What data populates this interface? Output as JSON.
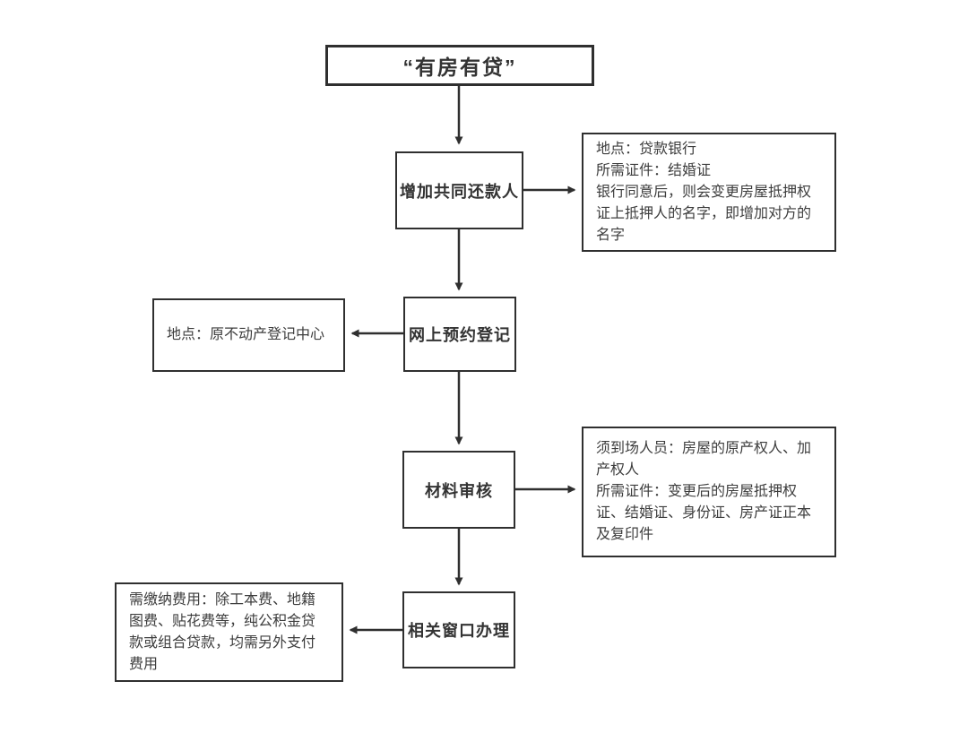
{
  "diagram": {
    "title": "“有房有贷”",
    "steps": [
      {
        "label": "增加共同还款人"
      },
      {
        "label": "网上预约登记"
      },
      {
        "label": "材料审核"
      },
      {
        "label": "相关窗口办理"
      }
    ],
    "notes": [
      {
        "text": "地点：贷款银行\n所需证件：结婚证\n银行同意后，则会变更房屋抵押权证上抵押人的名字，即增加对方的名字"
      },
      {
        "text": "地点：原不动产登记中心"
      },
      {
        "text": "须到场人员：房屋的原产权人、加产权人\n所需证件：变更后的房屋抵押权证、结婚证、身份证、房产证正本及复印件"
      },
      {
        "text": "需缴纳费用：除工本费、地籍图费、贴花费等，纯公积金贷款或组合贷款，均需另外支付费用"
      }
    ],
    "colors": {
      "line": "#2f2f2f",
      "text": "#3a3a3a",
      "background": "#ffffff"
    }
  }
}
